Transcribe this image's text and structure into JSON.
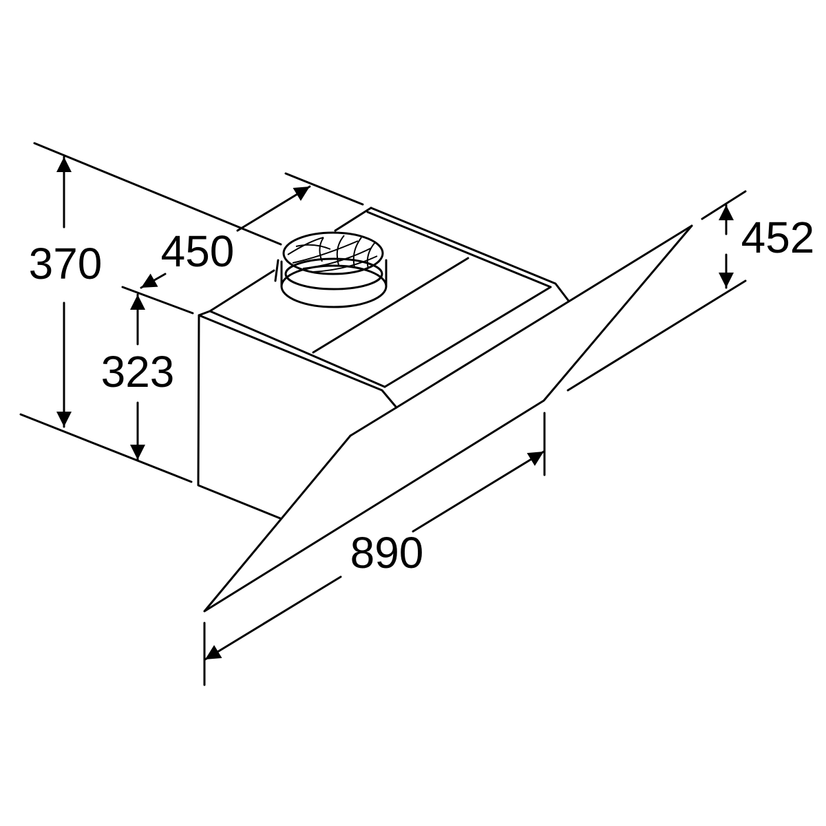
{
  "diagram": {
    "subject": "cooker-hood",
    "dimensions": {
      "total_height": "370",
      "box_height": "323",
      "depth": "450",
      "glass_height": "452",
      "width": "890"
    }
  },
  "colors": {
    "line": "#000000",
    "background": "#ffffff"
  }
}
